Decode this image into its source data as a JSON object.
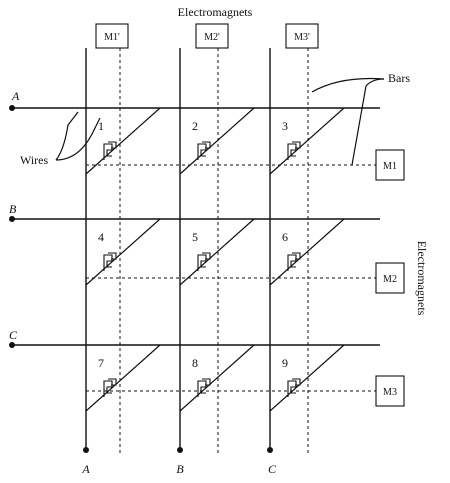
{
  "labels": {
    "top_title": "Electromagnets",
    "side_title": "Electromagnets",
    "bars": "Bars",
    "wires": "Wires"
  },
  "top_magnets": [
    "M1'",
    "M2'",
    "M3'"
  ],
  "side_magnets": [
    "M1",
    "M2",
    "M3"
  ],
  "row_wires": [
    "A",
    "B",
    "C"
  ],
  "column_wires": [
    "A",
    "B",
    "C"
  ],
  "crosspoints": [
    "1",
    "2",
    "3",
    "4",
    "5",
    "6",
    "7",
    "8",
    "9"
  ]
}
